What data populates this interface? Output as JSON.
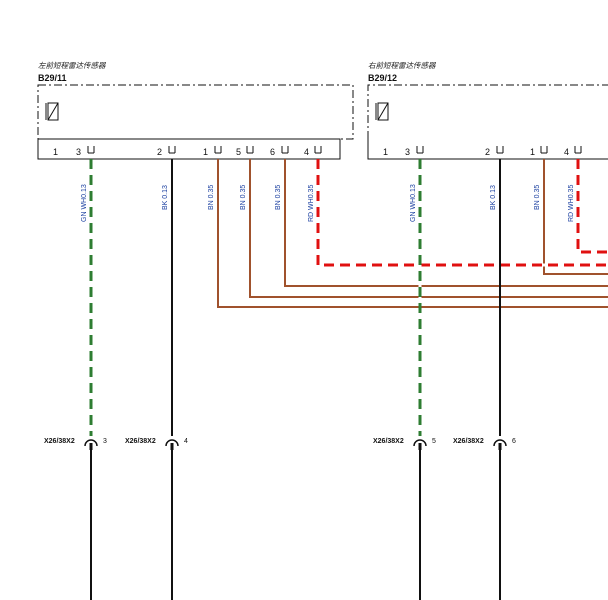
{
  "sensors": [
    {
      "caption": "左前短程雷达传感器",
      "code": "B29/11",
      "pins": [
        "1",
        "3",
        "2",
        "1",
        "5",
        "6",
        "4"
      ]
    },
    {
      "caption": "右前短程雷达传感器",
      "code": "B29/12",
      "pins": [
        "1",
        "3",
        "2",
        "1",
        "4"
      ]
    }
  ],
  "wires": {
    "left": [
      "GN WH0.13",
      "BK 0.13",
      "BN 0.35",
      "BN 0.35",
      "BN 0.35",
      "RD WH0.35"
    ],
    "right": [
      "GN WH0.13",
      "BK 0.13",
      "BN 0.35",
      "RD WH0.35"
    ]
  },
  "connectors": [
    {
      "label": "X26/38X2",
      "pin": "3"
    },
    {
      "label": "X26/38X2",
      "pin": "4"
    },
    {
      "label": "X26/38X2",
      "pin": "5"
    },
    {
      "label": "X26/38X2",
      "pin": "6"
    }
  ],
  "colors": {
    "brown": "#a0522d",
    "red": "#e01010",
    "green": "#2e7d32",
    "black": "#111111",
    "label_blue": "#1a3fa0"
  }
}
